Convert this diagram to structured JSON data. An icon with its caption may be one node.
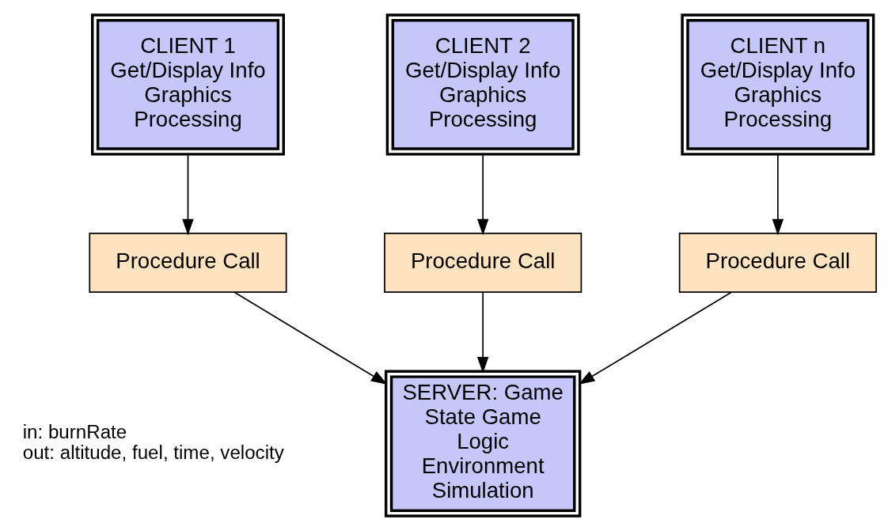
{
  "diagram": {
    "nodes": [
      {
        "text": [
          "CLIENT 1 Get/Display Info Graphics Processing"
        ]
      },
      {
        "text": [
          "CLIENT 2 Get/Display Info Graphics Processing"
        ]
      },
      {
        "text": [
          "CLIENT n Get/Display Info Graphics Processing"
        ]
      },
      {
        "text": [
          "Procedure Call"
        ]
      },
      {
        "text": [
          "Procedure Call"
        ]
      },
      {
        "text": [
          "Procedure Call"
        ]
      },
      {
        "text": [
          "SERVER: Game State Game Logic Environment Simulation"
        ]
      }
    ],
    "edges": [
      {
        "from": 0,
        "to": 3,
        "arrow": "to"
      },
      {
        "from": 1,
        "to": 4,
        "arrow": "to"
      },
      {
        "from": 2,
        "to": 5,
        "arrow": "to"
      },
      {
        "from": 3,
        "to": 6,
        "arrow": "to"
      },
      {
        "from": 4,
        "to": 6,
        "arrow": "to"
      },
      {
        "from": 5,
        "to": 6,
        "arrow": "to"
      }
    ],
    "labels": [
      "in: burnRate",
      "out: altitude, fuel, time, velocity"
    ]
  }
}
